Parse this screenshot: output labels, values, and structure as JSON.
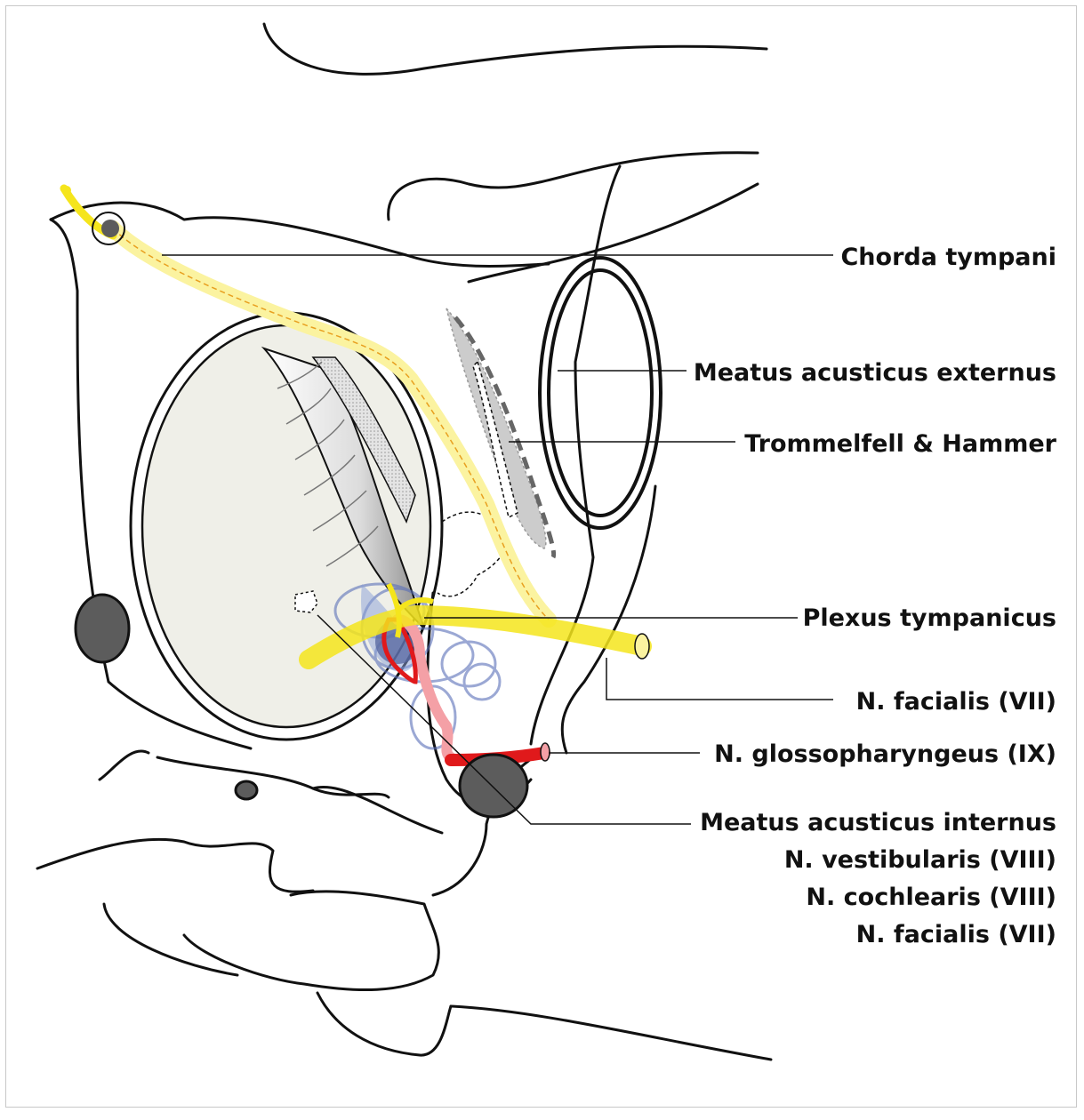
{
  "labels": {
    "chorda_tympani": "Chorda tympani",
    "meatus_externus": "Meatus acusticus externus",
    "trommelfell": "Trommelfell & Hammer",
    "plexus": "Plexus tympanicus",
    "facialis": "N. facialis (VII)",
    "glosso": "N. glossopharyngeus (IX)",
    "internus": [
      "Meatus acusticus internus",
      "N. vestibularis (VIII)",
      "N. cochlearis (VIII)",
      "N. facialis (VII)"
    ]
  },
  "colors": {
    "outline": "#111111",
    "nerve_yellow": "#f5e51c",
    "nerve_yellow_light": "#fbf3a0",
    "nerve_red": "#e0191b",
    "nerve_pink": "#f4a0a6",
    "plexus_blue": "#5a6fb8",
    "membrane_gray": "#cccccc",
    "bone_fill": "#efefe8",
    "hole_fill": "#5c5c5c"
  }
}
